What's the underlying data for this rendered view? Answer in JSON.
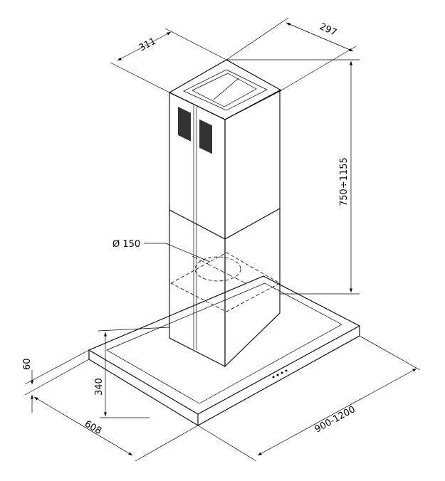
{
  "title": "Island range hood dimension drawing",
  "dimensions": {
    "chimney_depth": "311",
    "chimney_width": "297",
    "chimney_height": "750÷1155",
    "duct_diameter": "Ø 150",
    "canopy_thickness": "60",
    "canopy_height_to_chimney": "340",
    "canopy_depth": "608",
    "canopy_width": "900-1200"
  }
}
